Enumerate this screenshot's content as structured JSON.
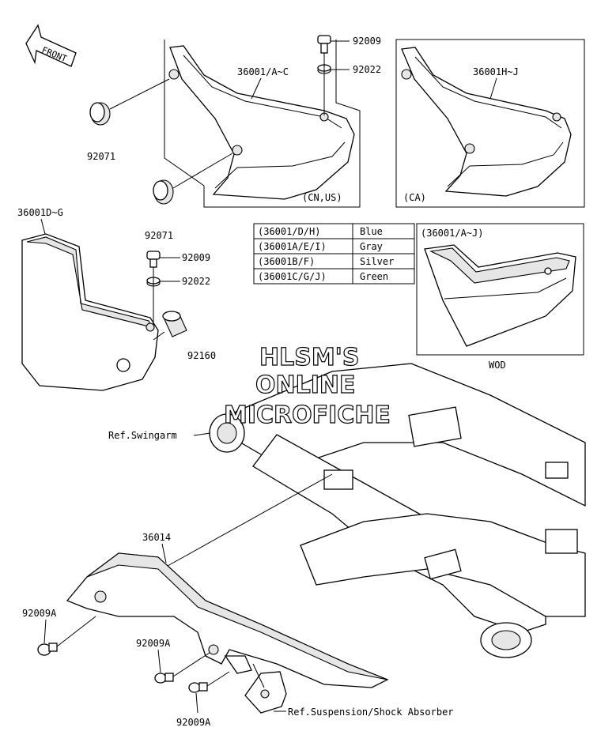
{
  "front_arrow": {
    "label": "FRONT"
  },
  "watermark": {
    "line1": "HLSM'S",
    "line2": "ONLINE",
    "line3": "MICROFICHE"
  },
  "parts": {
    "p_92009_top": "92009",
    "p_92022_top": "92022",
    "p_36001_AC": "36001/A~C",
    "p_36001_HJ": "36001H~J",
    "p_92071_a": "92071",
    "p_92071_b": "92071",
    "p_36001_DG": "36001D~G",
    "p_92009_mid": "92009",
    "p_92022_mid": "92022",
    "p_92160": "92160",
    "p_36014": "36014",
    "p_92009A_a": "92009A",
    "p_92009A_b": "92009A",
    "p_92009A_c": "92009A"
  },
  "region_labels": {
    "cn_us": "(CN,US)",
    "ca": "(CA)",
    "wod_header": "(36001/A~J)",
    "wod": "WOD"
  },
  "refs": {
    "swingarm": "Ref.Swingarm",
    "suspension": "Ref.Suspension/Shock Absorber"
  },
  "color_table": {
    "rows": [
      {
        "code": "(36001/D/H)",
        "color": "Blue"
      },
      {
        "code": "(36001A/E/I)",
        "color": "Gray"
      },
      {
        "code": "(36001B/F)",
        "color": "Silver"
      },
      {
        "code": "(36001C/G/J)",
        "color": "Green"
      }
    ]
  }
}
